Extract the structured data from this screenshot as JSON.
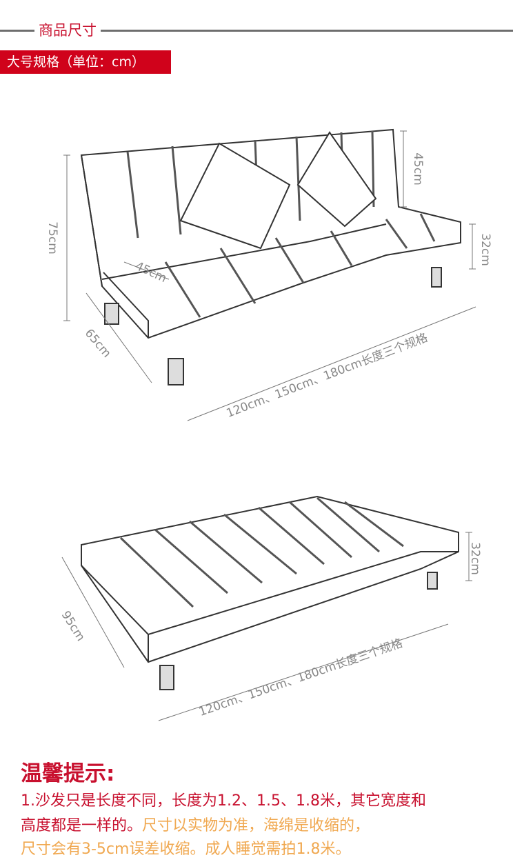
{
  "header": {
    "title": "商品尺寸",
    "spec_badge": "大号规格（单位：cm）"
  },
  "sofa_upright": {
    "back_height": "45cm",
    "total_height": "75cm",
    "seat_height": "32cm",
    "seat_depth": "45cm",
    "depth": "65cm",
    "length": "120cm、150cm、180cm长度三个规格"
  },
  "sofa_bed": {
    "seat_height": "32cm",
    "depth": "95cm",
    "length": "120cm、150cm、180cm长度三个规格"
  },
  "tips": {
    "title": "温馨提示:",
    "line1": "1.沙发只是长度不同，长度为1.2、1.5、1.8米，其它宽度和",
    "line2_red": "高度都是一样的。",
    "line2_orange": "尺寸以实物为准，海绵是收缩的，",
    "line3": "尺寸会有3-5cm误差收缩。成人睡觉需拍1.8米。"
  },
  "colors": {
    "accent": "#c8102e",
    "band": "#d0021b",
    "note": "#f0a850"
  }
}
